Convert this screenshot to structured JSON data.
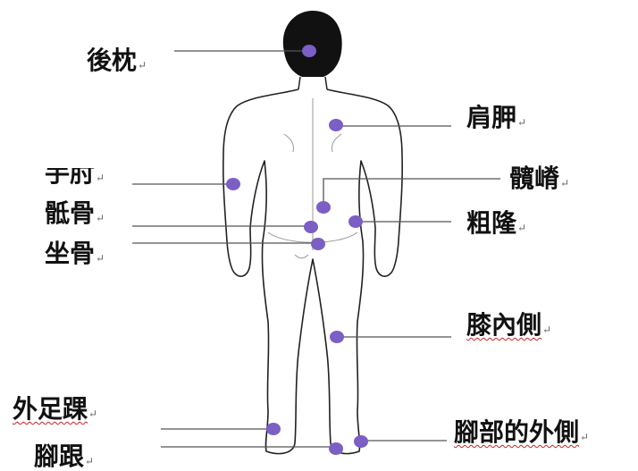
{
  "return_mark": "↵",
  "colors": {
    "dot": "#7b5fc4",
    "line": "#555555"
  },
  "labels": {
    "occiput": "後枕",
    "elbow": "手肘",
    "sacrum": "骶骨",
    "ischium": "坐骨",
    "scapula": "肩胛",
    "spine": "髖嵴",
    "trochanter": "粗隆",
    "knee_inner": "膝內側",
    "ankle_outer": "外足踝",
    "heel": "腳跟",
    "foot_outer": "腳部的外側"
  }
}
